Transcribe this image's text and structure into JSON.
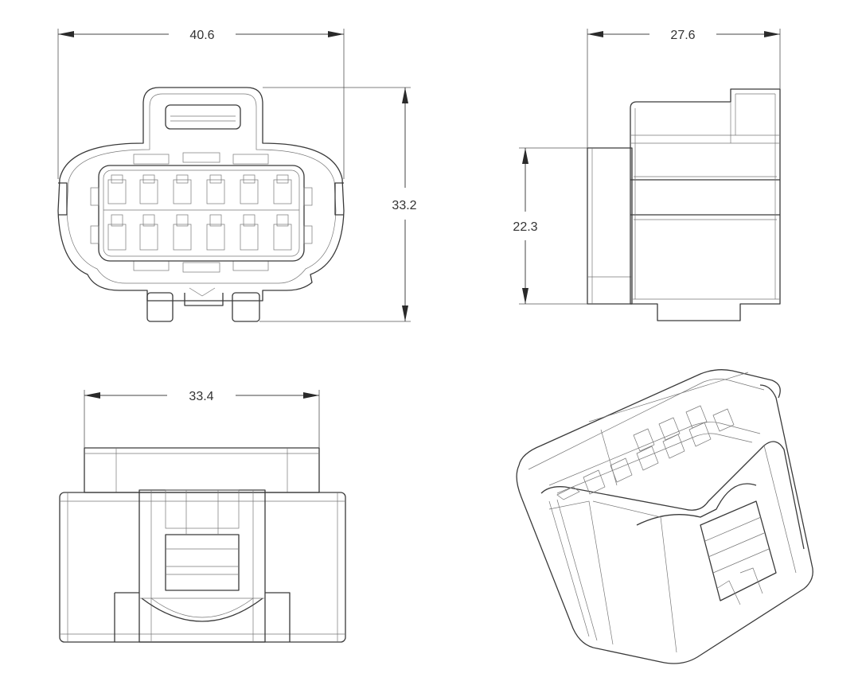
{
  "dimensions": {
    "front_width": "40.6",
    "front_height": "33.2",
    "side_width": "27.6",
    "side_height": "22.3",
    "top_width": "33.4"
  }
}
